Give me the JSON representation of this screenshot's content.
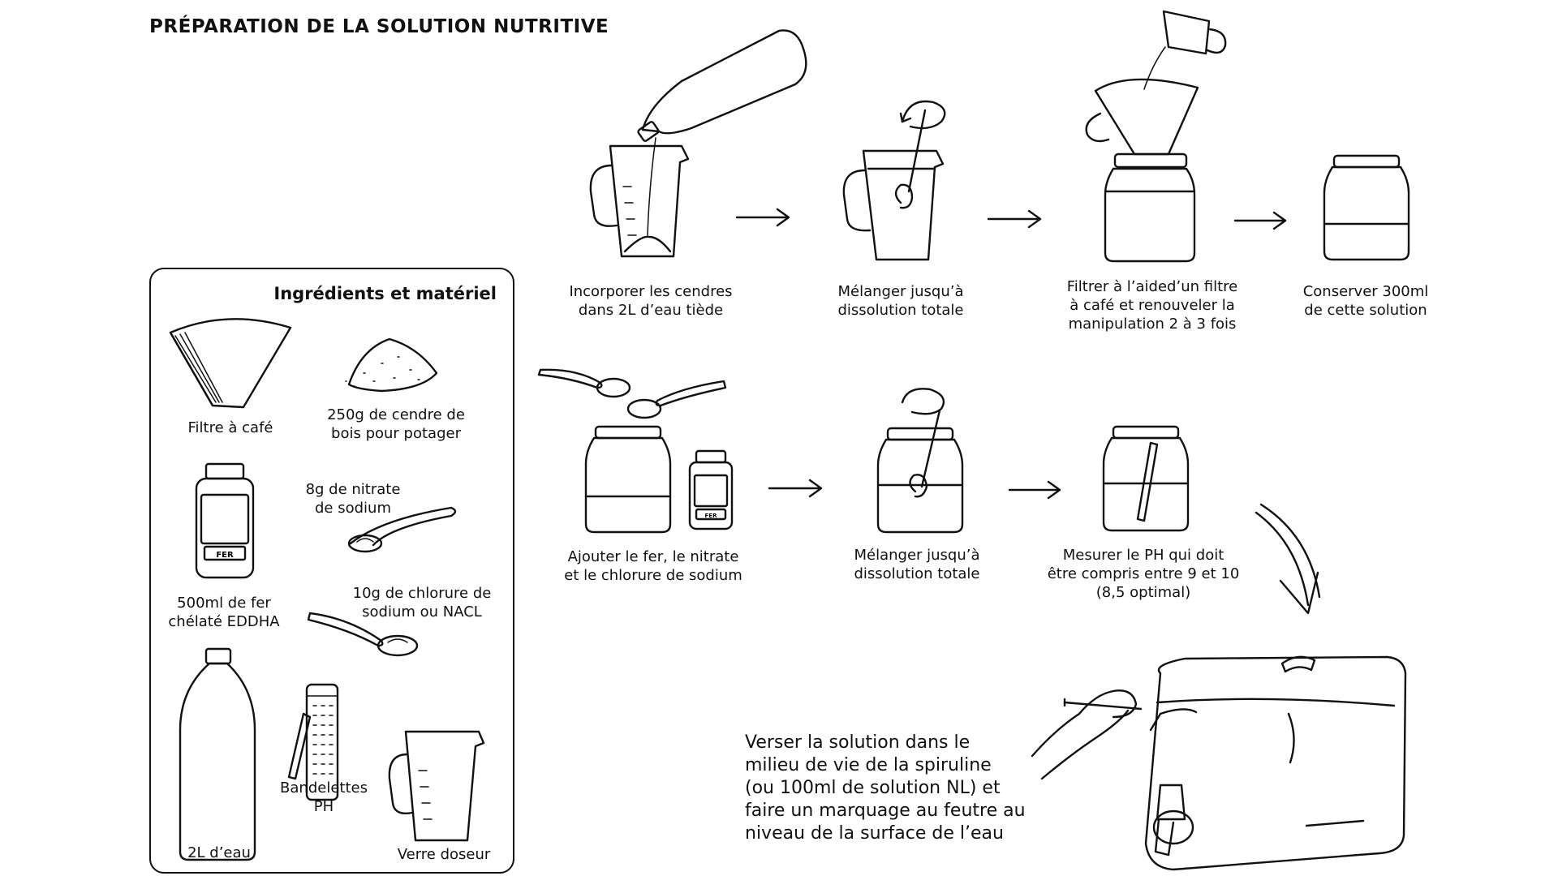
{
  "title": "PRÉPARATION DE LA SOLUTION NUTRITIVE",
  "ingredients": {
    "heading": "Ingrédients et matériel",
    "items": [
      {
        "label": "Filtre à café"
      },
      {
        "label": "250g de cendre de\nbois pour potager"
      },
      {
        "label": "8g de nitrate\nde sodium"
      },
      {
        "label": "500ml de fer\nchélaté EDDHA"
      },
      {
        "label": "10g de chlorure de\nsodium ou NACL"
      },
      {
        "label": "2L d’eau"
      },
      {
        "label": "Bandelettes\nPH"
      },
      {
        "label": "Verre doseur"
      }
    ],
    "fer_label": "FER"
  },
  "steps": [
    {
      "caption": "Incorporer les cendres\ndans 2L d’eau tiède"
    },
    {
      "caption": "Mélanger jusqu’à\ndissolution totale"
    },
    {
      "caption": "Filtrer à l’aided’un filtre\nà café et renouveler la\nmanipulation 2 à 3 fois"
    },
    {
      "caption": "Conserver 300ml\nde cette solution"
    },
    {
      "caption": "Ajouter le fer, le nitrate\net le chlorure de sodium"
    },
    {
      "caption": "Mélanger jusqu’à\ndissolution totale"
    },
    {
      "caption": "Mesurer le PH qui doit\nêtre compris entre 9 et 10\n(8,5 optimal)"
    }
  ],
  "final_step": "Verser la solution dans le\nmilieu de vie de la spiruline\n(ou 100ml de solution NL) et\nfaire un marquage au feutre au\nniveau de la surface de l’eau"
}
